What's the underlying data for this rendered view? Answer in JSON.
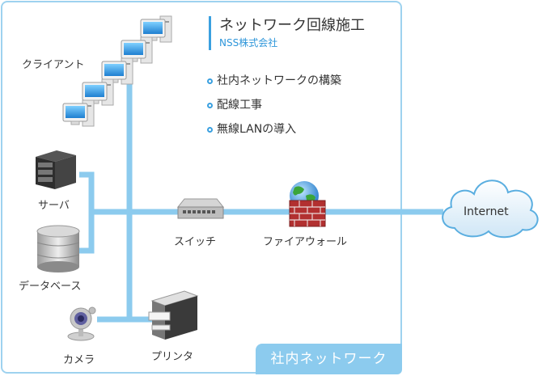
{
  "title": {
    "main": "ネットワーク回線施工",
    "company": "NSS株式会社"
  },
  "features": [
    "社内ネットワークの構築",
    "配線工事",
    "無線LANの導入"
  ],
  "devices": {
    "client": "クライアント",
    "server": "サーバ",
    "database": "データベース",
    "switch": "スイッチ",
    "firewall": "ファイアウォール",
    "camera": "カメラ",
    "printer": "プリンタ",
    "internet": "Internet"
  },
  "zone_label": "社内ネットワーク",
  "colors": {
    "line": "#8ccbee",
    "accent": "#3aa0e0",
    "frame": "#9ed2ef"
  }
}
